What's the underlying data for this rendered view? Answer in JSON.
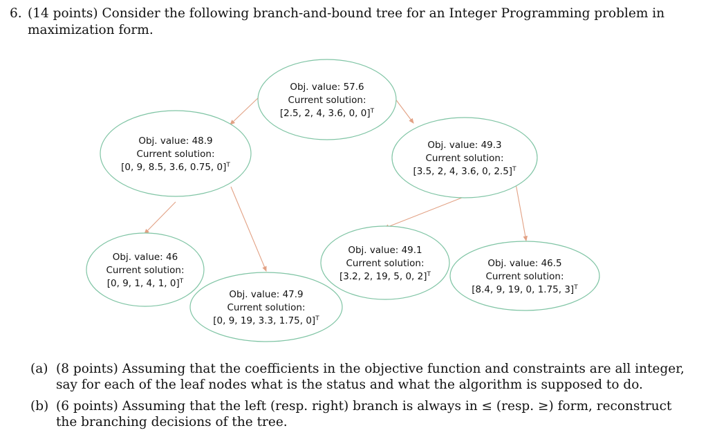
{
  "question": {
    "number": "6.",
    "text": "(14 points) Consider the following branch-and-bound tree for an Integer Programming problem in maximization form."
  },
  "tree": {
    "nodes": [
      {
        "id": "root",
        "line1": "Obj. value: 57.6",
        "line2": "Current solution:",
        "line3": "[2.5, 2, 4, 3.6, 0, 0]",
        "sup": "T"
      },
      {
        "id": "left",
        "line1": "Obj. value: 48.9",
        "line2": "Current solution:",
        "line3": "[0, 9, 8.5, 3.6, 0.75, 0]",
        "sup": "T"
      },
      {
        "id": "right",
        "line1": "Obj. value: 49.3",
        "line2": "Current solution:",
        "line3": "[3.5, 2, 4, 3.6, 0, 2.5]",
        "sup": "T"
      },
      {
        "id": "left-left",
        "line1": "Obj. value: 46",
        "line2": "Current solution:",
        "line3": "[0, 9, 1, 4, 1, 0]",
        "sup": "T"
      },
      {
        "id": "left-right",
        "line1": "Obj. value: 47.9",
        "line2": "Current solution:",
        "line3": "[0, 9, 19, 3.3, 1.75, 0]",
        "sup": "T"
      },
      {
        "id": "right-left",
        "line1": "Obj. value: 49.1",
        "line2": "Current solution:",
        "line3": "[3.2, 2, 19, 5, 0, 2]",
        "sup": "T"
      },
      {
        "id": "right-right",
        "line1": "Obj. value: 46.5",
        "line2": "Current solution:",
        "line3": "[8.4, 9, 19, 0, 1.75, 3]",
        "sup": "T"
      }
    ],
    "edges": [
      {
        "from": "root",
        "to": "left"
      },
      {
        "from": "root",
        "to": "right"
      },
      {
        "from": "left",
        "to": "left-left"
      },
      {
        "from": "left",
        "to": "left-right"
      },
      {
        "from": "right",
        "to": "right-left"
      },
      {
        "from": "right",
        "to": "right-right"
      }
    ],
    "colors": {
      "node_border": "#7fc4a4",
      "edge": "#e2a184"
    }
  },
  "parts": [
    {
      "label": "(a)",
      "text": "(8 points) Assuming that the coefficients in the objective function and constraints are all integer, say for each of the leaf nodes what is the status and what the algorithm is supposed to do."
    },
    {
      "label": "(b)",
      "text": "(6 points) Assuming that the left (resp. right) branch is always in ≤ (resp. ≥) form, reconstruct the branching decisions of the tree."
    }
  ]
}
